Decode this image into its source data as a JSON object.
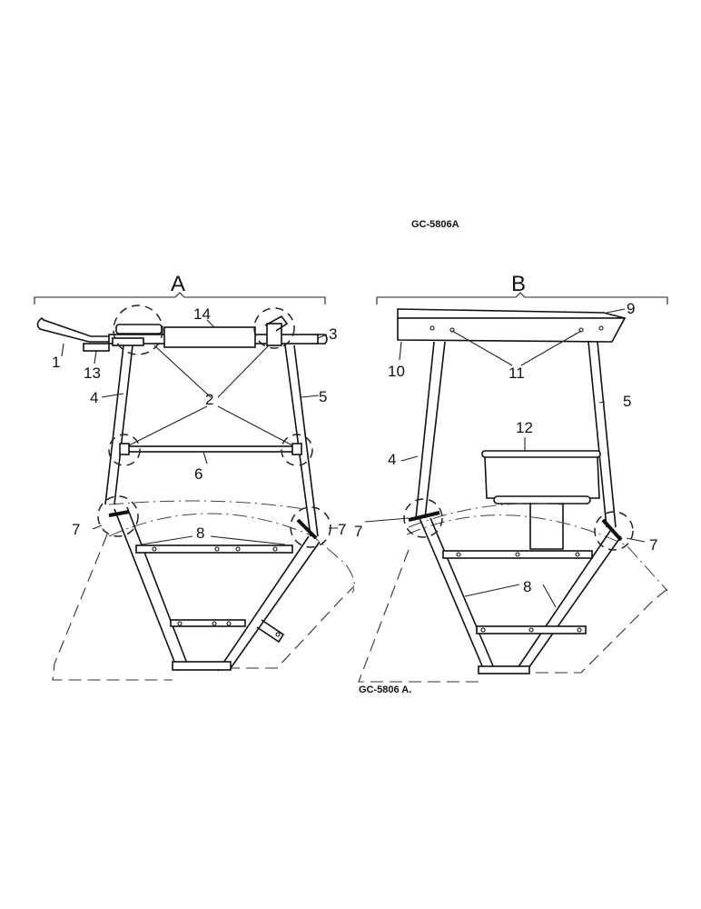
{
  "drawing": {
    "reference_top": "GC-5806A",
    "reference_bottom": "GC-5806 A."
  },
  "views": [
    {
      "id": "A",
      "title": "A",
      "callouts": [
        "1",
        "2",
        "3",
        "4",
        "5",
        "6",
        "7",
        "7",
        "8",
        "13",
        "14"
      ]
    },
    {
      "id": "B",
      "title": "B",
      "callouts": [
        "4",
        "5",
        "7",
        "7",
        "8",
        "9",
        "10",
        "11",
        "12"
      ]
    }
  ],
  "labels": {
    "a": {
      "title": "A",
      "l1": "1",
      "l2": "2",
      "l3": "3",
      "l4": "4",
      "l5": "5",
      "l6": "6",
      "l7a": "7",
      "l7b": "7",
      "l8": "8",
      "l13": "13",
      "l14": "14"
    },
    "b": {
      "title": "B",
      "l4": "4",
      "l5": "5",
      "l7a": "7",
      "l7b": "7",
      "l8": "8",
      "l9": "9",
      "l10": "10",
      "l11": "11",
      "l12": "12"
    }
  }
}
